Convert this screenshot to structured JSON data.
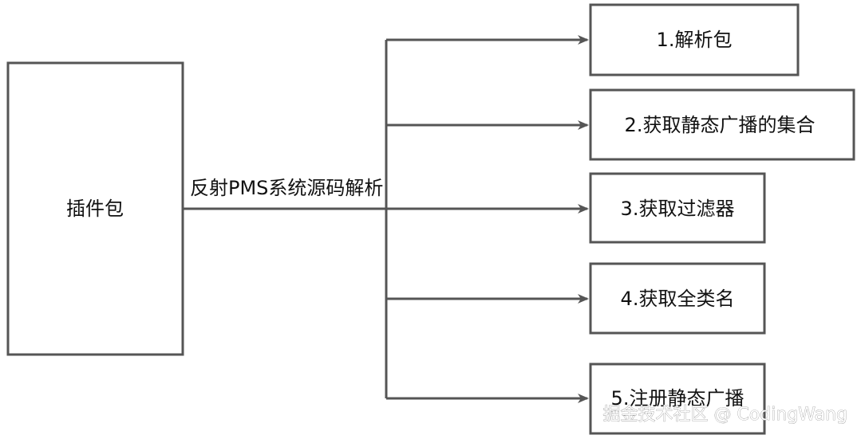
{
  "source_node": {
    "label": "插件包"
  },
  "edge_label": "反射PMS系统源码解析",
  "steps": [
    {
      "label": "1.解析包"
    },
    {
      "label": "2.获取静态广播的集合"
    },
    {
      "label": "3.获取过滤器"
    },
    {
      "label": "4.获取全类名"
    },
    {
      "label": "5.注册静态广播"
    }
  ],
  "watermark": "掘金技术社区 @ CodingWang"
}
